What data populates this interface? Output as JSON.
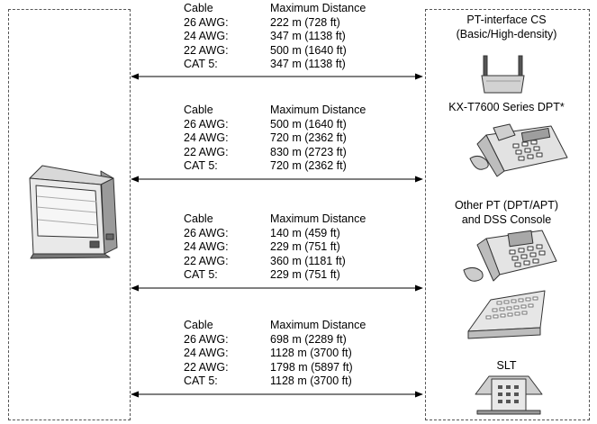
{
  "header": {
    "cable": "Cable",
    "distance": "Maximum Distance"
  },
  "tables": [
    {
      "rows": [
        {
          "cable": "26 AWG:",
          "distance": "222 m (728 ft)"
        },
        {
          "cable": "24 AWG:",
          "distance": "347 m (1138 ft)"
        },
        {
          "cable": "22 AWG:",
          "distance": "500 m (1640 ft)"
        },
        {
          "cable": "CAT 5:",
          "distance": "347 m (1138 ft)"
        }
      ]
    },
    {
      "rows": [
        {
          "cable": "26 AWG:",
          "distance": "500 m (1640 ft)"
        },
        {
          "cable": "24 AWG:",
          "distance": "720 m (2362 ft)"
        },
        {
          "cable": "22 AWG:",
          "distance": "830 m (2723 ft)"
        },
        {
          "cable": "CAT 5:",
          "distance": "720 m (2362 ft)"
        }
      ]
    },
    {
      "rows": [
        {
          "cable": "26 AWG:",
          "distance": "140 m (459 ft)"
        },
        {
          "cable": "24 AWG:",
          "distance": "229 m (751 ft)"
        },
        {
          "cable": "22 AWG:",
          "distance": "360 m (1181 ft)"
        },
        {
          "cable": "CAT 5:",
          "distance": "229 m (751 ft)"
        }
      ]
    },
    {
      "rows": [
        {
          "cable": "26 AWG:",
          "distance": "698 m (2289 ft)"
        },
        {
          "cable": "24 AWG:",
          "distance": "1128 m (3700 ft)"
        },
        {
          "cable": "22 AWG:",
          "distance": "1798 m (5897 ft)"
        },
        {
          "cable": "CAT 5:",
          "distance": "1128 m (3700 ft)"
        }
      ]
    }
  ],
  "devices": {
    "cs_line1": "PT-interface CS",
    "cs_line2": "(Basic/High-density)",
    "dpt": "KX-T7600 Series DPT*",
    "other_line1": "Other PT (DPT/APT)",
    "other_line2": "and DSS Console",
    "slt": "SLT"
  },
  "icons": {
    "pbx": "pbx-unit-icon",
    "cs": "cell-station-icon",
    "dpt": "digital-phone-icon",
    "pt": "proprietary-phone-icon",
    "dss": "dss-console-icon",
    "slt": "single-line-phone-icon"
  }
}
